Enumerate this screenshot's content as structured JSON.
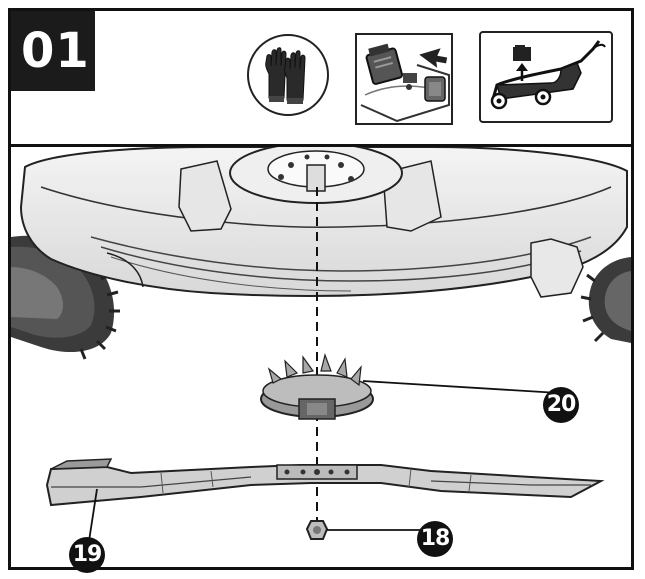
{
  "step": {
    "number": "01"
  },
  "icons": [
    {
      "name": "protective-gloves-icon"
    },
    {
      "name": "remove-battery-icon"
    },
    {
      "name": "tilt-mower-icon"
    }
  ],
  "parts": [
    {
      "label": "20"
    },
    {
      "label": "19"
    },
    {
      "label": "18"
    }
  ]
}
